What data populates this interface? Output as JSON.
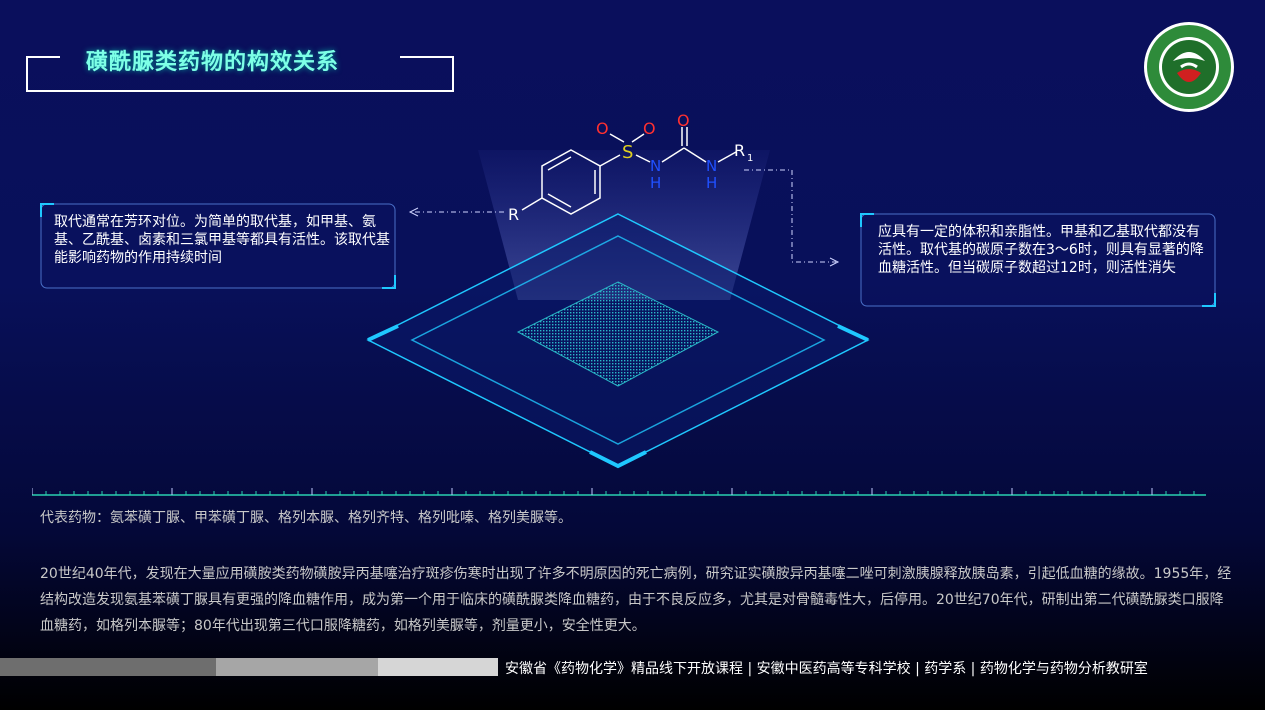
{
  "title": "磺酰脲类药物的构效关系",
  "logo": {
    "icon": "college-seal-logo",
    "colors": {
      "ring": "#2e8b3a",
      "inner": "#1f6f2a",
      "red": "#d02020",
      "white": "#ffffff"
    }
  },
  "structure": {
    "atoms": {
      "s": "S",
      "o1": "O",
      "o2": "O",
      "o3": "O",
      "n1": "N",
      "h1": "H",
      "n2": "N",
      "h2": "H",
      "r": "R",
      "r1": "R",
      "r1_sub": "1"
    },
    "colors": {
      "oxygen": "#ff3030",
      "sulfur": "#e0d020",
      "nitrogen": "#2050ff",
      "bond": "#ffffff"
    }
  },
  "callouts": {
    "left": "取代通常在芳环对位。为简单的取代基，如甲基、氨基、乙酰基、卤素和三氯甲基等都具有活性。该取代基能影响药物的作用持续时间",
    "right": "应具有一定的体积和亲脂性。甲基和乙基取代都没有活性。取代基的碳原子数在3～6时，则具有显著的降血糖活性。但当碳原子数超过12时，则活性消失"
  },
  "representative": "代表药物：氨苯磺丁脲、甲苯磺丁脲、格列本脲、格列齐特、格列吡嗪、格列美脲等。",
  "history": [
    "20世纪40年代，发现在大量应用磺胺类药物磺胺异丙基噻治疗斑疹伤寒时出现了许多不明原因的死亡病例，研究证实磺胺异丙基噻二唑可刺激胰腺释放胰岛素，引起低血糖的缘故。1955年，经结构改造发现氨基苯磺丁脲具有更强的降血糖作用，成为第一个用于临床的磺酰脲类降血糖药，由于不良反应多，尤其是对骨髓毒性大，后停用。20世纪70年代，研制出第二代磺酰脲类口服降血糖药，如格列本脲等；80年代出现第三代口服降糖药，如格列美脲等，剂量更小，安全性更大。"
  ],
  "footer": "安徽省《药物化学》精品线下开放课程 | 安徽中医药高等专科学校 | 药学系 | 药物化学与药物分析教研室",
  "colors": {
    "accent_cyan": "#1fc8ff",
    "title_text": "#7dffe6",
    "body_text": "#c8c8c8"
  }
}
